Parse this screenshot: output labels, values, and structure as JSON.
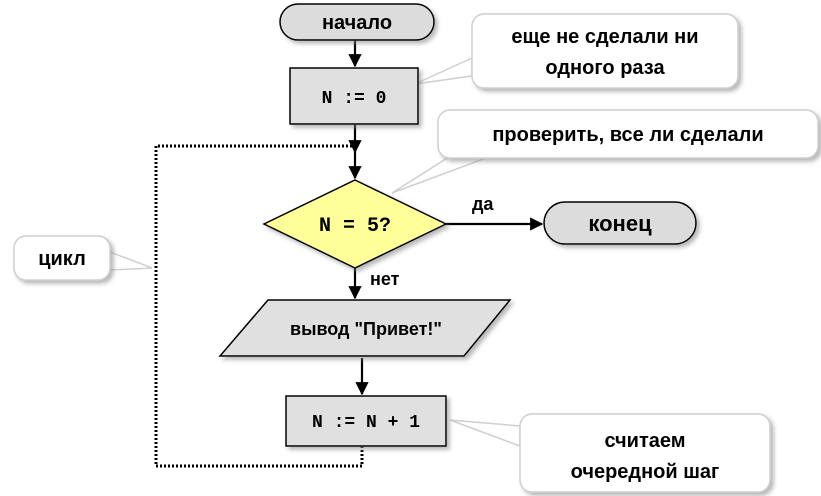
{
  "nodes": {
    "start": "начало",
    "init": "N := 0",
    "condition": "N = 5?",
    "end": "конец",
    "output": "вывод \"Привет!\"",
    "increment": "N := N + 1"
  },
  "edges": {
    "yes": "да",
    "no": "нет"
  },
  "callouts": {
    "init_note_line1": "еще не сделали ни",
    "init_note_line2": "одного раза",
    "check_note": "проверить, все ли сделали",
    "loop_note": "цикл",
    "step_note_line1": "считаем",
    "step_note_line2": "очередной шаг"
  },
  "colors": {
    "process_fill": "#e0e0e0",
    "decision_fill": "#ffff99",
    "terminal_fill": "#dcdcdc",
    "callout_fill": "#ffffff"
  }
}
